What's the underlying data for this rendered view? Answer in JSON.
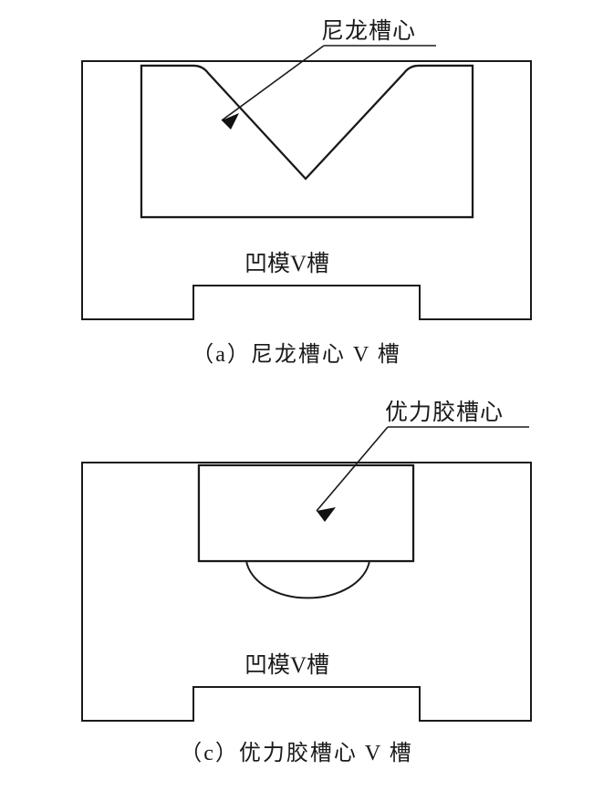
{
  "figure": {
    "panels": [
      {
        "id": "a",
        "caption": "（a）尼龙槽心 V 槽",
        "callout_label": "尼龙槽心",
        "inner_label": "凹模V槽",
        "insert_material": "nylon",
        "insert_pattern": "hexagon-honeycomb",
        "groove_shape": "V-notch"
      },
      {
        "id": "c",
        "caption": "（c）优力胶槽心 V 槽",
        "callout_label": "优力胶槽心",
        "inner_label": "凹模V槽",
        "insert_material": "polyurethane",
        "insert_pattern": "dot-stipple",
        "groove_shape": "arc-notch"
      }
    ],
    "colors": {
      "line": "#1a1a1a",
      "hatch": "#2b2b2b",
      "dot": "#3c3c3c",
      "background": "#ffffff"
    }
  }
}
